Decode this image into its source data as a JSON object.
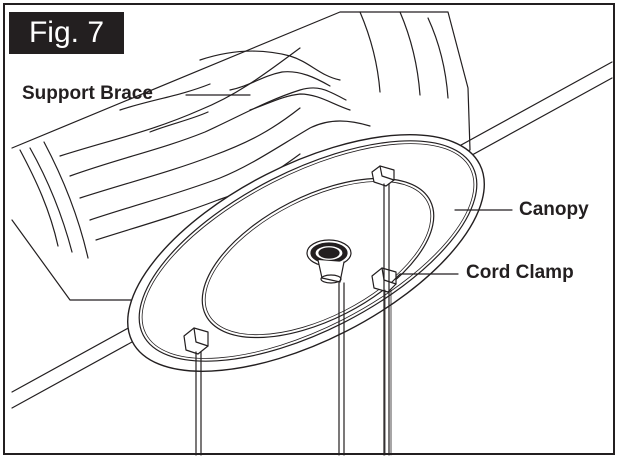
{
  "figure": {
    "label": "Fig. 7"
  },
  "callouts": {
    "support_brace": "Support Brace",
    "canopy": "Canopy",
    "cord_clamp": "Cord Clamp"
  },
  "colors": {
    "ink": "#231f20",
    "background": "#ffffff"
  }
}
